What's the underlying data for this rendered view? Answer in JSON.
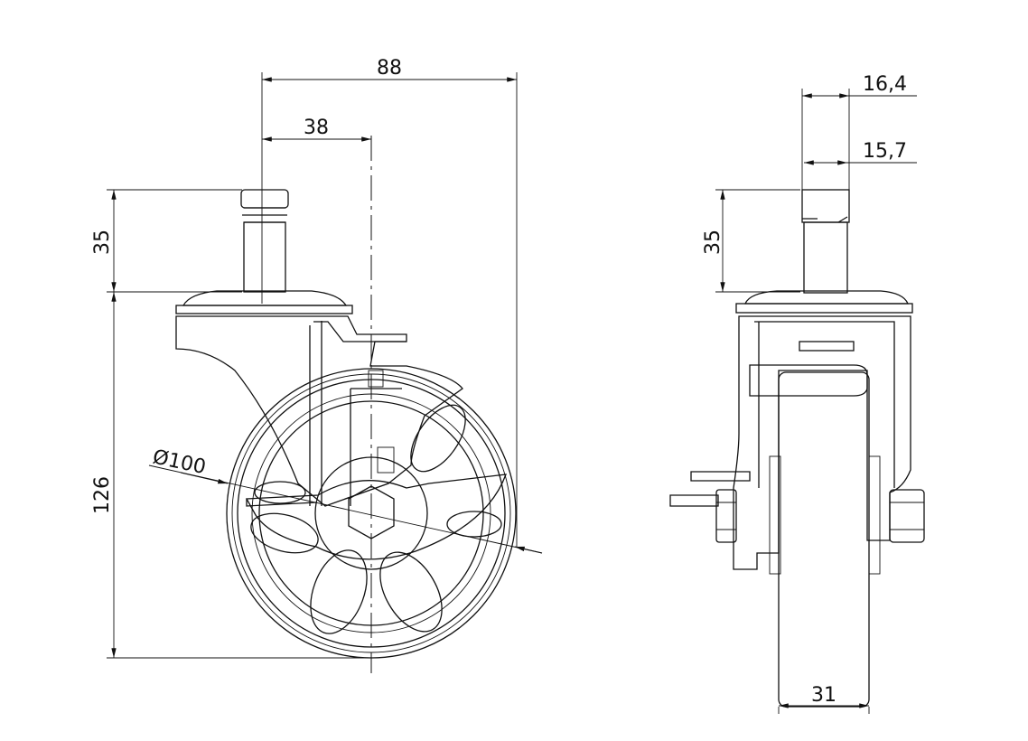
{
  "title": "Swivel caster with brake - technical drawing",
  "front_view": {
    "overall_width": "88",
    "stem_offset": "38",
    "stem_height": "35",
    "overall_height": "126",
    "wheel_diameter": "Ø100"
  },
  "side_view": {
    "stem_diameter_a": "16,4",
    "stem_diameter_b": "15,7",
    "stem_height": "35",
    "wheel_width": "31"
  }
}
